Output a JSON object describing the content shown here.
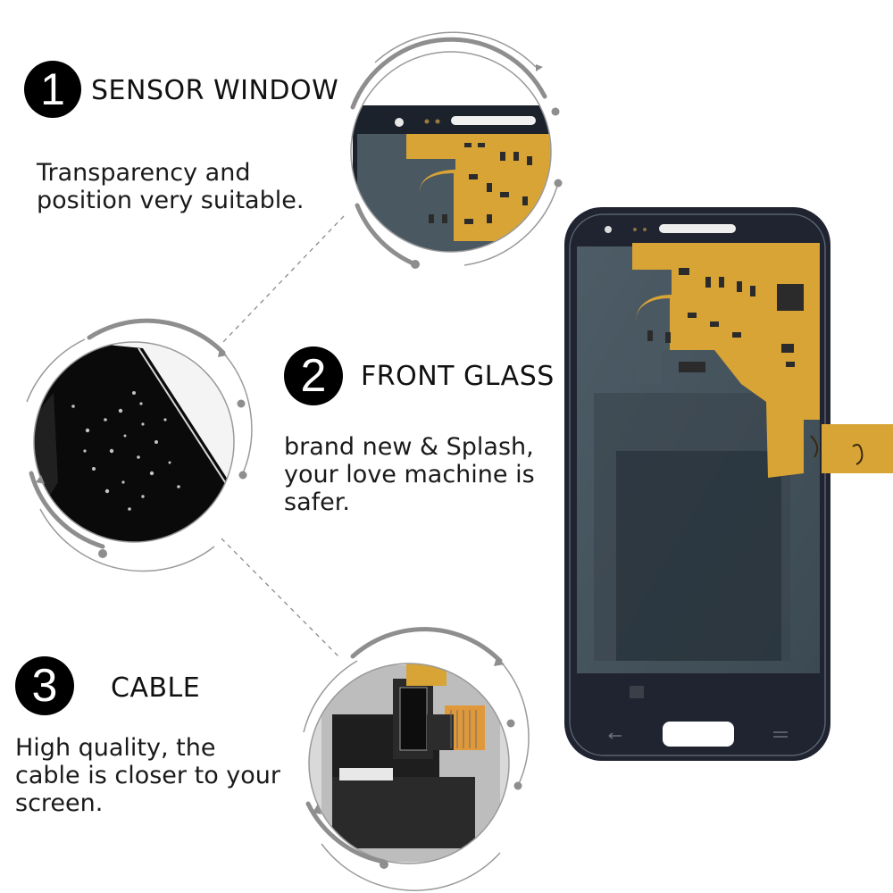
{
  "features": [
    {
      "number": "1",
      "title": "SENSOR WINDOW",
      "description": "Transparency and\nposition very suitable."
    },
    {
      "number": "2",
      "title": "FRONT GLASS",
      "description": "brand  new & Splash,\nyour love machine is\nsafer."
    },
    {
      "number": "3",
      "title": "CABLE",
      "description": "High quality, the\ncable is closer to your\nscreen."
    }
  ],
  "product": {
    "icons": [
      "lcd-screen-assembly",
      "flex-cable",
      "home-button-hole",
      "earpiece-slot",
      "back-key-icon",
      "menu-key-icon"
    ]
  },
  "colors": {
    "badge": "#000000",
    "ring": "#8e8e8e",
    "flex": "#d8a436",
    "bezel": "#1f2430",
    "panel": "#4a5862"
  }
}
